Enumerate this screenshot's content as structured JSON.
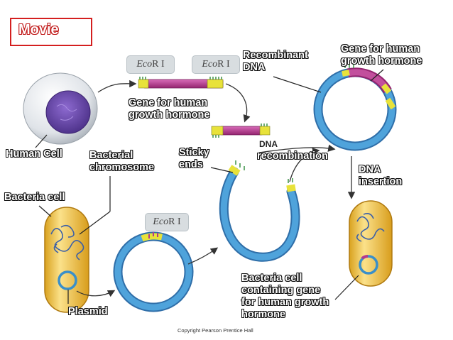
{
  "movie_button": "Movie",
  "enzyme_label": {
    "prefix": "Eco",
    "suffix": "R I"
  },
  "labels": {
    "human_cell": "Human Cell",
    "bacterial_chromosome": [
      "Bacterial",
      "chromosome"
    ],
    "bacteria_cell": "Bacteria cell",
    "plasmid": "Plasmid",
    "gene_middle": [
      "Gene for human",
      "growth hormone"
    ],
    "sticky_ends": [
      "Sticky",
      "ends"
    ],
    "dna_small": "DNA",
    "recombination": "recombination",
    "recombinant_dna": [
      "Recombinant",
      "DNA"
    ],
    "gene_top_right": [
      "Gene for human",
      "growth hormone"
    ],
    "dna_insertion": [
      "DNA",
      "insertion"
    ],
    "bacteria_containing": [
      "Bacteria cell",
      "containing gene",
      "for human growth",
      "hormone"
    ]
  },
  "copyright": "Copyright Pearson Prentice Hall",
  "colors": {
    "plasmid_blue": "#3a8fc9",
    "gene_magenta": "#b3388f",
    "sticky_yellow": "#e8e23a",
    "cell_gold": "#f2c94c",
    "nucleus_purple": "#5b3f9c",
    "movie_red": "#d41f1f"
  }
}
